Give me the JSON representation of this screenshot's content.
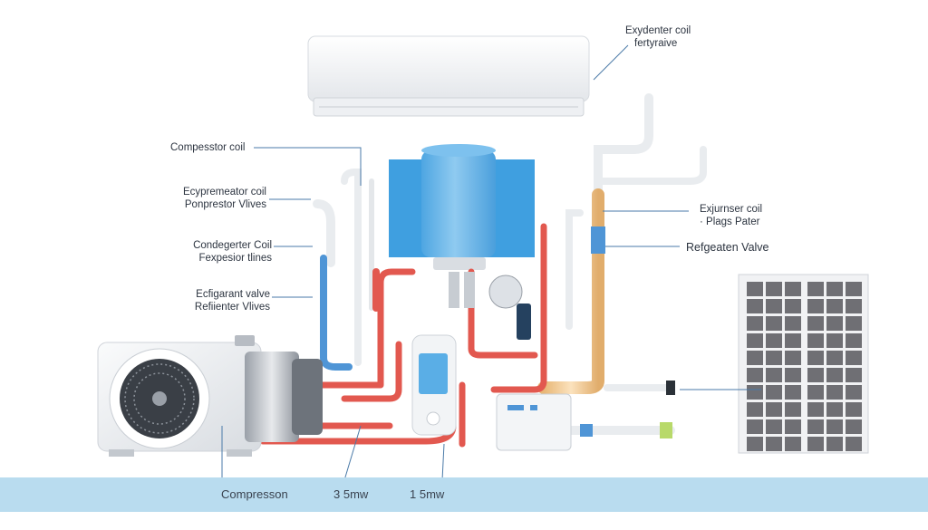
{
  "labels": {
    "top_right_line1": "Exydenter coil",
    "top_right_line2": "fertyraive",
    "compressor_coil": "Compesstor coil",
    "evap_line1": "Ecypremeator coil",
    "evap_line2": "Ponprestor Vlives",
    "cond_line1": "Condegerter Coil",
    "cond_line2": "Fexpesior tlines",
    "refrig_line1": "Ecfigarant valve",
    "refrig_line2": "Refiienter Vlives",
    "right_mid_line1": "Exjurnser coil",
    "right_mid_line2": "· Plags Pater",
    "refgeaten_valve": "Refgeaten Valve",
    "bottom_compressor": "Compresson",
    "bottom_35": "3 5mw",
    "bottom_15": "1 5mw"
  },
  "colors": {
    "floor": "#b9dcef",
    "refrigerant_hot": "#e2584f",
    "refrigerant_cold": "#4f95d6",
    "tank": "#5aaee6",
    "tank_backdrop": "#3f9fe0",
    "copper": "#efc48a",
    "solar_cell": "#6f6f74"
  }
}
